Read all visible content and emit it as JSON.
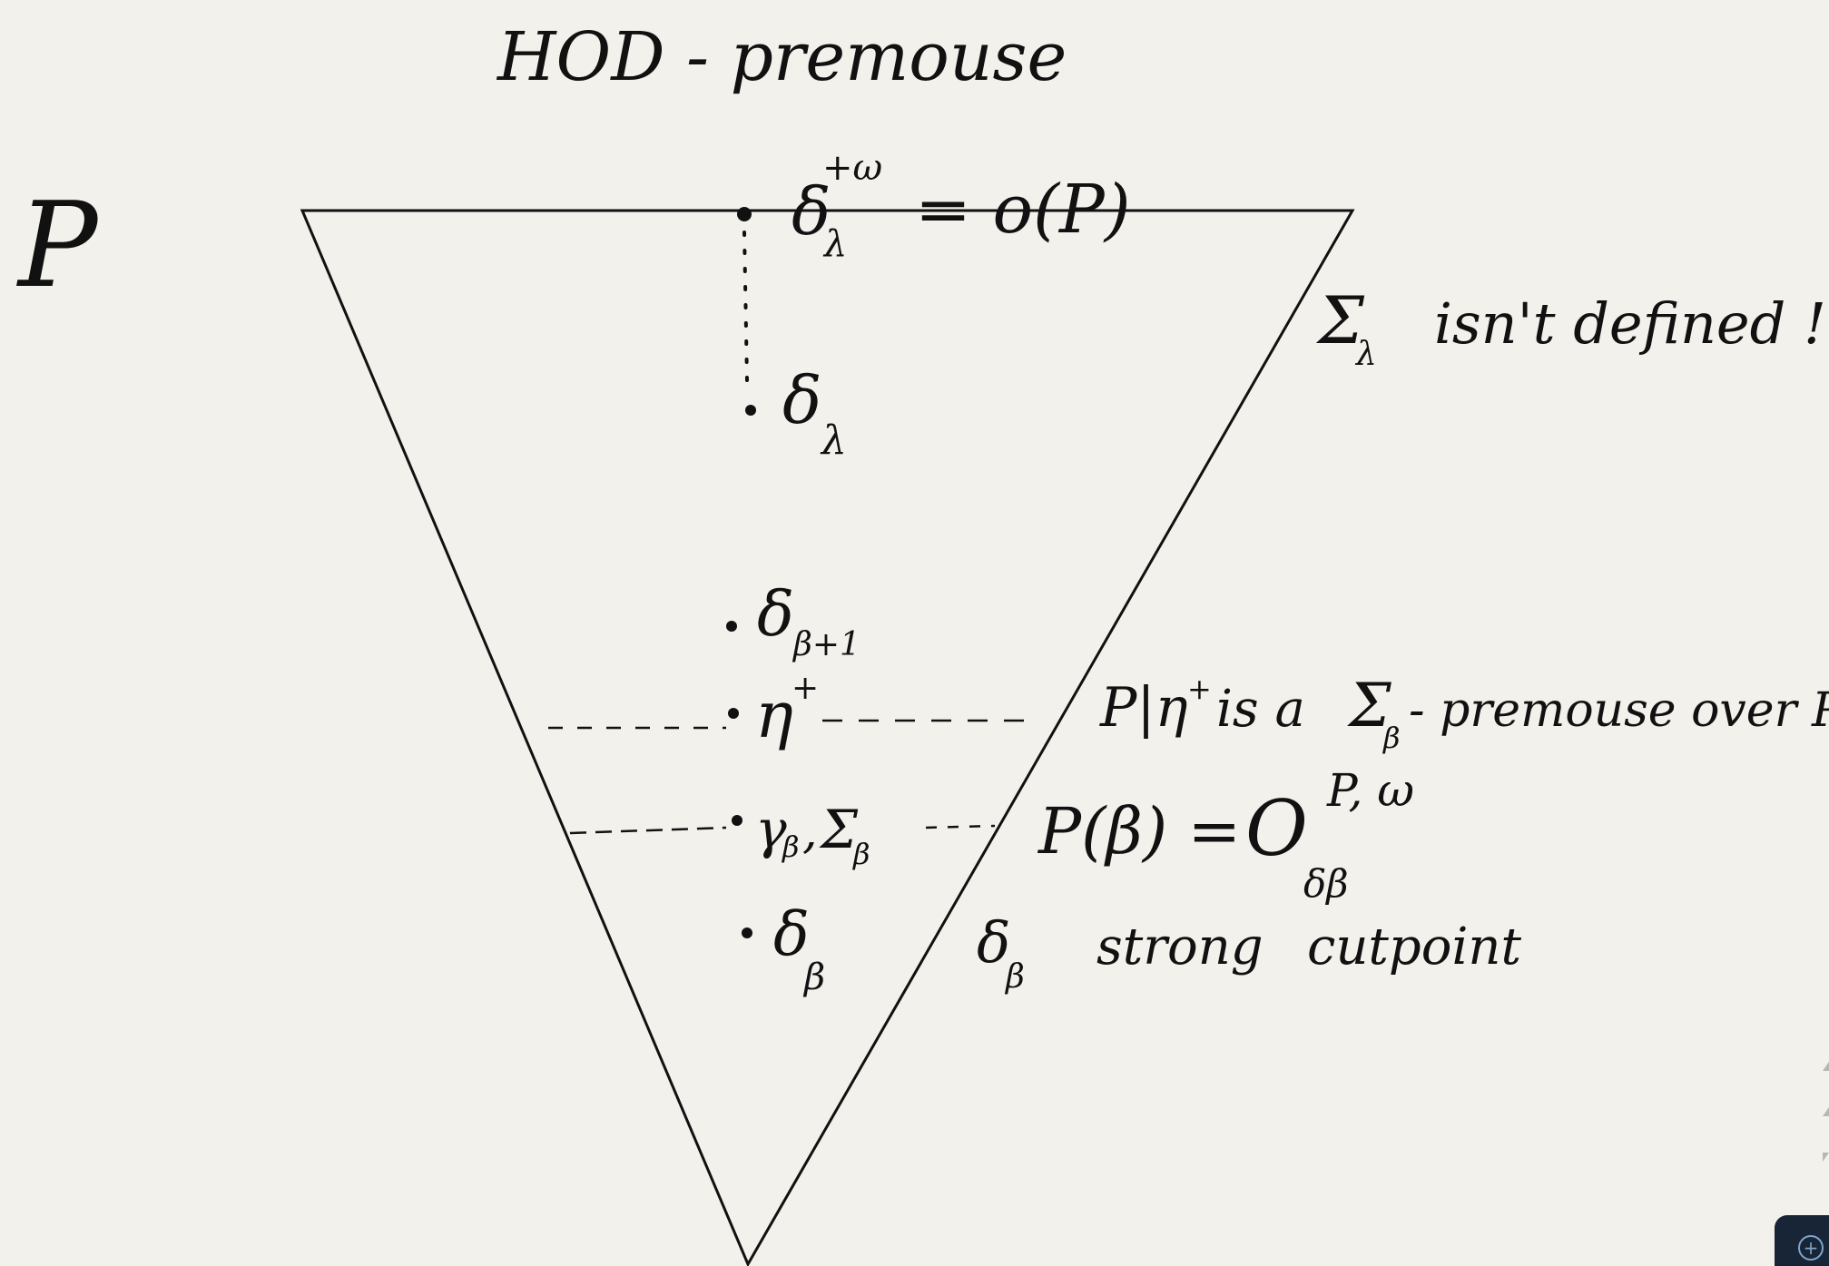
{
  "title": "HOD - premouse",
  "model_label": "P",
  "top_point": {
    "base": "δ",
    "superscript": "+ω",
    "subscript": "λ",
    "equation": "= o(P)"
  },
  "delta_lambda": {
    "base": "δ",
    "subscript": "λ"
  },
  "sigma_note": {
    "symbol": "Σ",
    "subscript": "λ",
    "text": "isn't defined !"
  },
  "delta_beta_plus_one": {
    "base": "δ",
    "subscript": "β+1"
  },
  "eta_plus": {
    "base": "η",
    "superscript": "+"
  },
  "eta_note": {
    "left": "P|η",
    "superscript": "+",
    "middle": "is a",
    "sigma": "Σ",
    "sigma_subscript": "β",
    "right": "- premouse over P(β)"
  },
  "gamma_sigma": {
    "gamma": "γ",
    "gamma_subscript": "β",
    "comma": ",",
    "sigma": "Σ",
    "sigma_subscript": "β"
  },
  "p_beta_note": {
    "left": "P(β) =",
    "script_o": "O",
    "superscript": "P, ω",
    "subscript": "δβ"
  },
  "delta_beta": {
    "base": "δ",
    "subscript": "β"
  },
  "cutpoint_note": {
    "base": "δ",
    "subscript": "β",
    "word1": "strong",
    "word2": "cutpoint"
  },
  "corner_button": {
    "icon": "plus-circle-icon",
    "glyph": "+"
  }
}
